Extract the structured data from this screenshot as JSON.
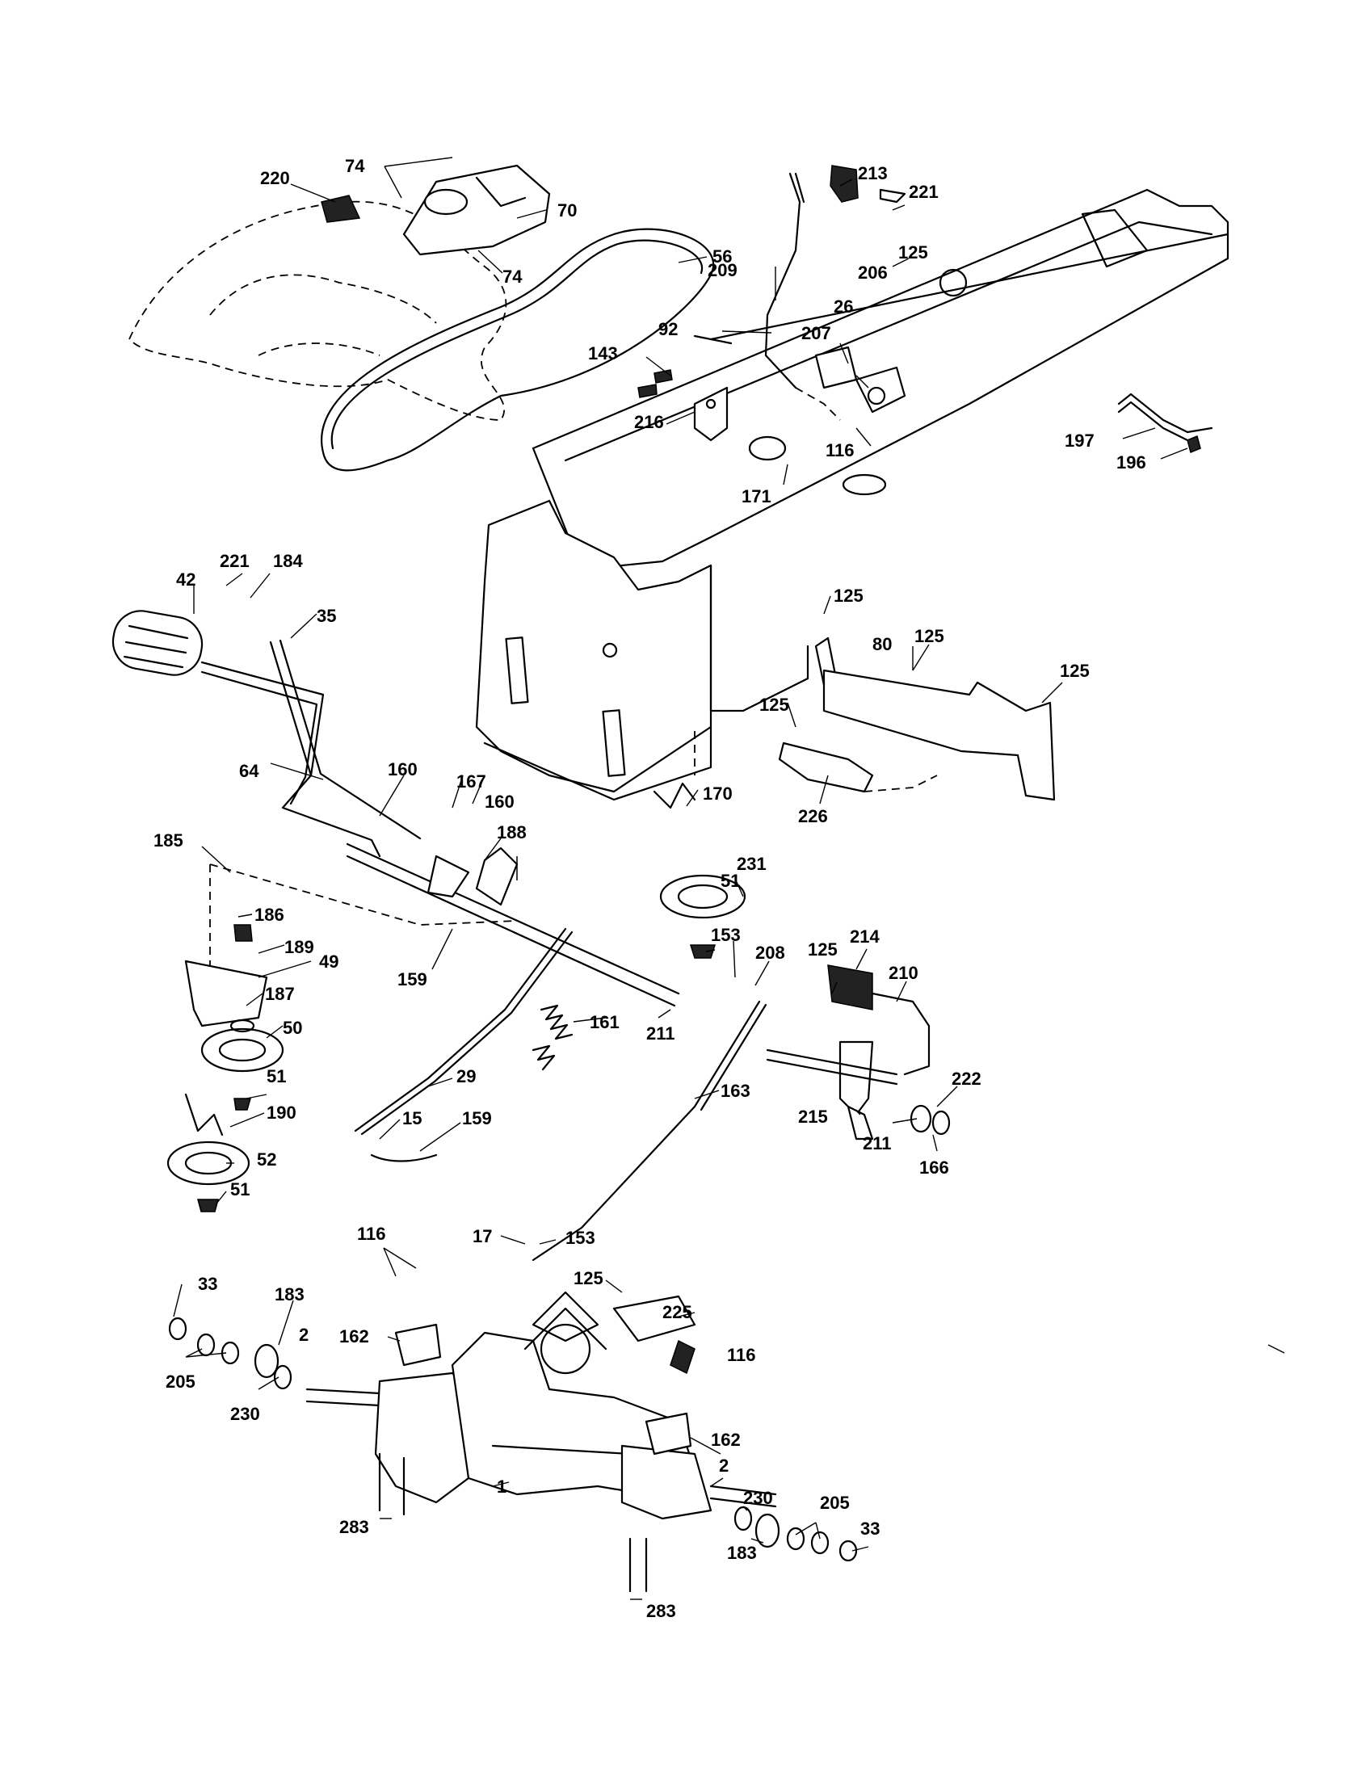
{
  "labels": {
    "l74a": "74",
    "l220": "220",
    "l70": "70",
    "l74b": "74",
    "l56": "56",
    "l213": "213",
    "l221a": "221",
    "l125a": "125",
    "l206": "206",
    "l209": "209",
    "l26": "26",
    "l92": "92",
    "l207": "207",
    "l143": "143",
    "l216": "216",
    "l116a": "116",
    "l171": "171",
    "l197": "197",
    "l196": "196",
    "l221b": "221",
    "l184": "184",
    "l42": "42",
    "l35": "35",
    "l125b": "125",
    "l80": "80",
    "l125c": "125",
    "l125d": "125",
    "l125e": "125",
    "l226": "226",
    "l64": "64",
    "l160a": "160",
    "l167": "167",
    "l160b": "160",
    "l188": "188",
    "l170": "170",
    "l231": "231",
    "l51a": "51",
    "l185": "185",
    "l186": "186",
    "l189": "189",
    "l49": "49",
    "l159a": "159",
    "l187": "187",
    "l50": "50",
    "l161": "161",
    "l153a": "153",
    "l208": "208",
    "l125f": "125",
    "l214": "214",
    "l210": "210",
    "l211a": "211",
    "l51b": "51",
    "l190": "190",
    "l29": "29",
    "l163": "163",
    "l222": "222",
    "l15": "15",
    "l159b": "159",
    "l215": "215",
    "l211b": "211",
    "l166": "166",
    "l52": "52",
    "l51c": "51",
    "l17": "17",
    "l153b": "153",
    "l116b": "116",
    "l33a": "33",
    "l183a": "183",
    "l125g": "125",
    "l225": "225",
    "l162a": "162",
    "l2a": "2",
    "l205a": "205",
    "l116c": "116",
    "l230a": "230",
    "l162b": "162",
    "l1": "1",
    "l2b": "2",
    "l230b": "230",
    "l205b": "205",
    "l283a": "283",
    "l183b": "183",
    "l33b": "33",
    "l283b": "283"
  }
}
